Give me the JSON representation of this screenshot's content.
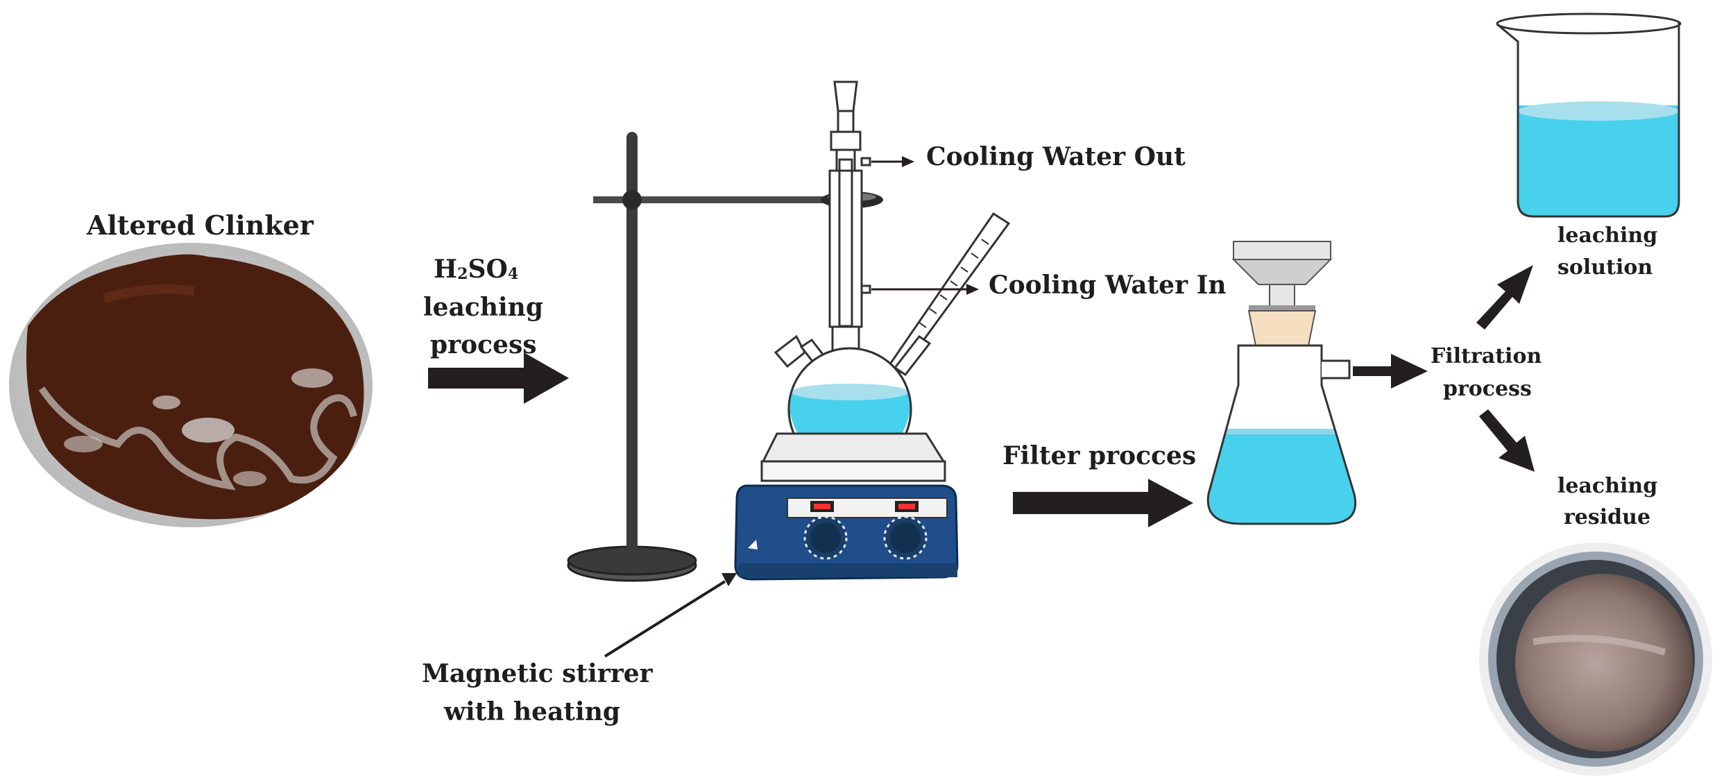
{
  "labels": {
    "altered_clinker": "Altered Clinker",
    "acid_formula": {
      "h": "H",
      "h_sub": "2",
      "so": "SO",
      "o_sub": "4"
    },
    "leaching_process_line1": "leaching",
    "leaching_process_line2": "process",
    "cooling_water_out": "Cooling Water Out",
    "cooling_water_in": "Cooling Water In",
    "filter_process": "Filter procces",
    "magnetic_stirrer_line1": "Magnetic stirrer",
    "magnetic_stirrer_line2": "with heating",
    "filtration_line1": "Filtration",
    "filtration_line2": "process",
    "leaching_solution_line1": "leaching",
    "leaching_solution_line2": "solution",
    "leaching_residue_line1": "leaching",
    "leaching_residue_line2": "residue"
  },
  "colors": {
    "arrow": "#231f20",
    "liquid": "#48d1ec",
    "liquid_top": "#a7dfec",
    "stirrer_body": "#1f4e8a",
    "stand": "#3a3a3a",
    "clinker": "#4a1f10",
    "filter_paper": "#f5dfc0",
    "thermometer_tip": "#e02020",
    "text": "#1e1e1e"
  }
}
